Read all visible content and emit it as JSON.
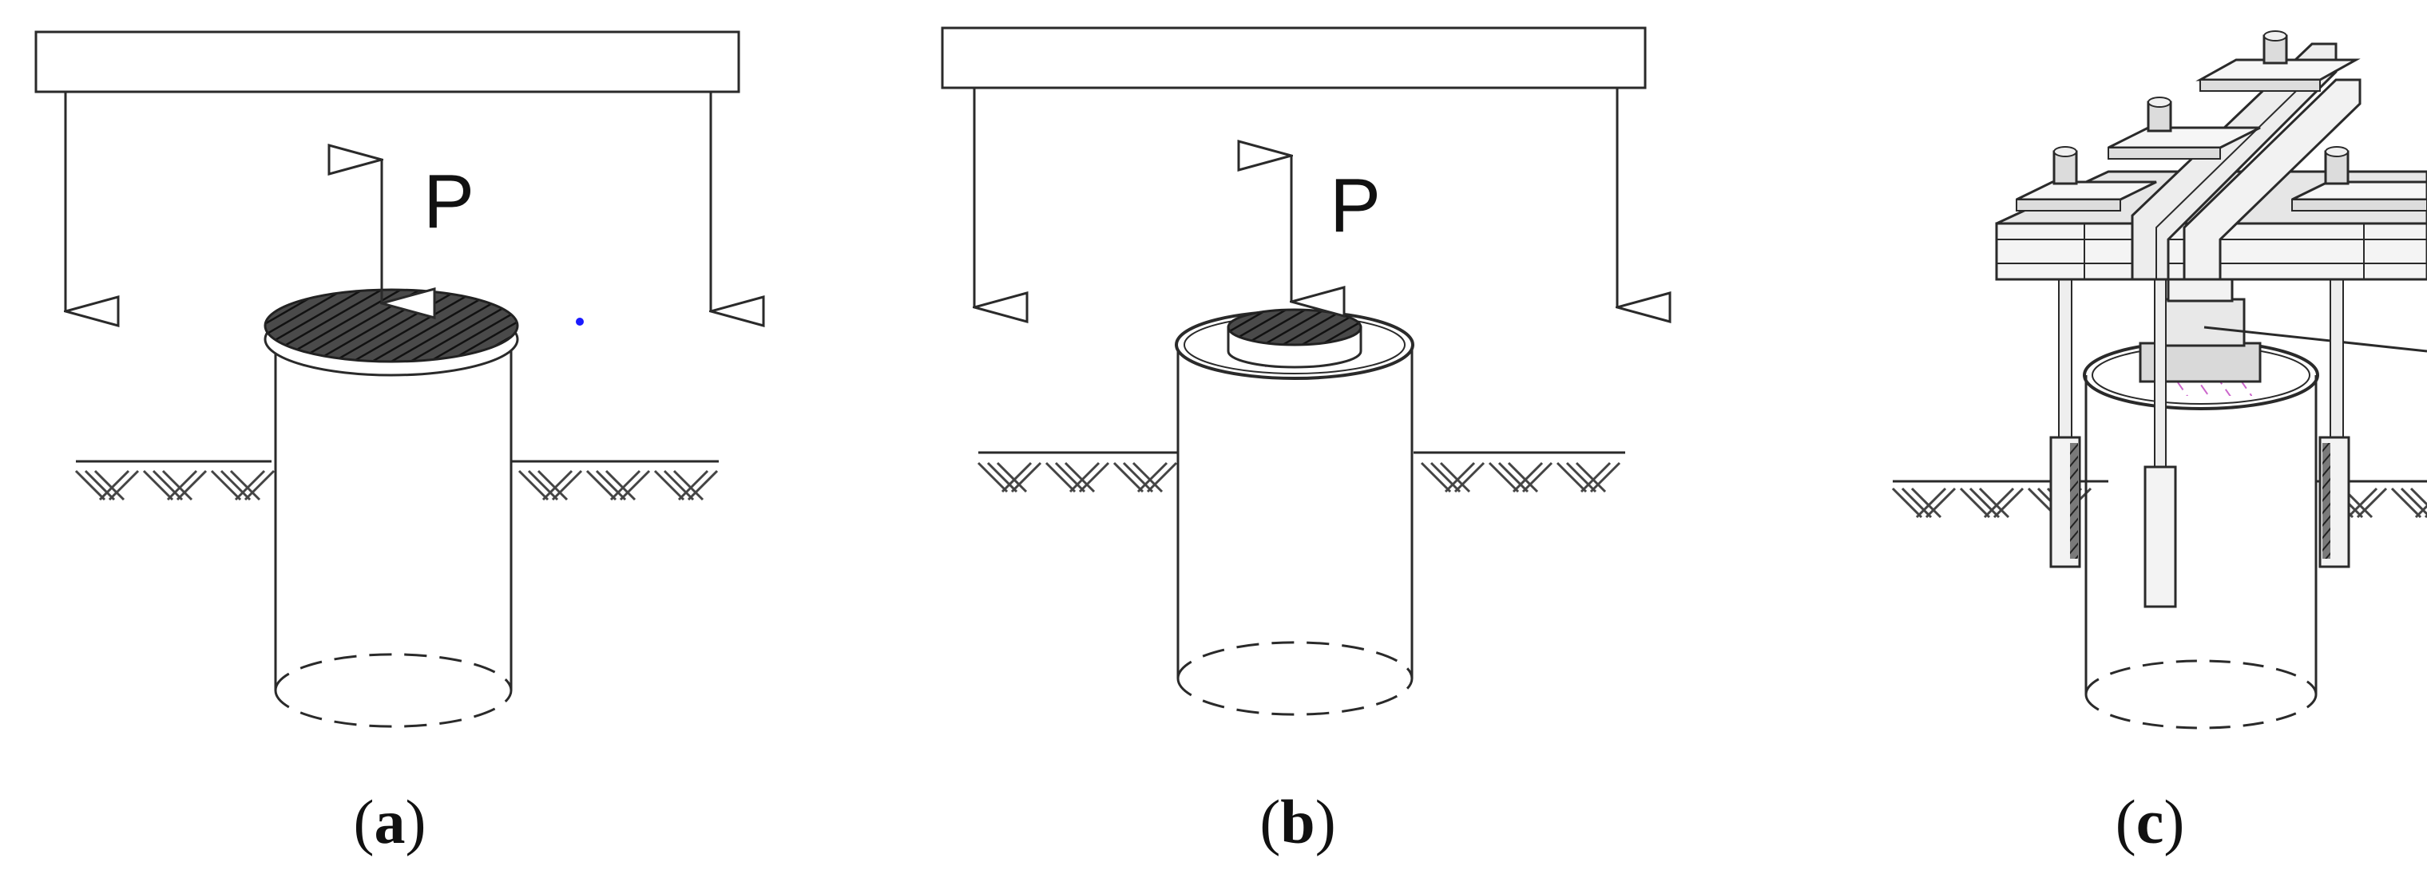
{
  "panels": [
    {
      "id": "a",
      "caption_open": "(",
      "caption_letter": "a",
      "caption_close": ")",
      "load_label": "P"
    },
    {
      "id": "b",
      "caption_open": "(",
      "caption_letter": "b",
      "caption_close": ")",
      "load_label": "P"
    },
    {
      "id": "c",
      "caption_open": "(",
      "caption_letter": "c",
      "caption_close": ")"
    }
  ],
  "colors": {
    "line": "#2a2a2a",
    "hatch": "#555555",
    "cap_fill": "#3a3a3a",
    "steel": "#e6e6e6",
    "grout": "#cc66cc",
    "dot": "#1a1aff"
  }
}
